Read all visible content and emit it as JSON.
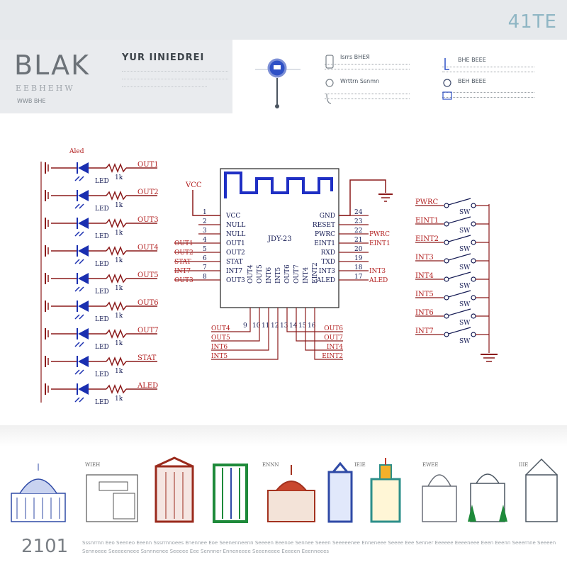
{
  "header": {
    "logo_text": "41ТЕ"
  },
  "brand": {
    "title": "BLAK",
    "subtitle": "ЕЕВНЕНW",
    "small": "WWB ВНЕ",
    "heading": "YUR IINIEDREI"
  },
  "info": {
    "items": [
      {
        "title": "Isrrs ВНЕЯ",
        "icon": "phone-icon"
      },
      {
        "title": "Wrttrn Ssnmn",
        "icon": "target-icon"
      },
      {
        "title": "ВНЕ ВЕЕЕ",
        "icon": "gps-icon"
      },
      {
        "title": "ВЕН ВЕЕЕ ",
        "icon": "card-icon"
      }
    ]
  },
  "schematic": {
    "chip_label": "JDY-23",
    "vcc_label": "VCC",
    "led_label": "LED",
    "res_label": "1k",
    "top_label": "Aled",
    "led_outputs": [
      "OUT1",
      "OUT2",
      "OUT3",
      "OUT4",
      "OUT5",
      "OUT6",
      "OUT7",
      "STAT",
      "ALED"
    ],
    "left_pins": [
      {
        "num": "1",
        "name": "VCC",
        "net": ""
      },
      {
        "num": "2",
        "name": "NULL",
        "net": ""
      },
      {
        "num": "3",
        "name": "NULL",
        "net": ""
      },
      {
        "num": "4",
        "name": "OUT1",
        "net": "OUT1"
      },
      {
        "num": "5",
        "name": "OUT2",
        "net": "OUT2"
      },
      {
        "num": "6",
        "name": "STAT",
        "net": "STAT"
      },
      {
        "num": "7",
        "name": "INT7",
        "net": "INT7"
      },
      {
        "num": "8",
        "name": "OUT3",
        "net": "OUT3"
      }
    ],
    "right_pins": [
      {
        "num": "24",
        "name": "GND",
        "net": ""
      },
      {
        "num": "23",
        "name": "RESET",
        "net": ""
      },
      {
        "num": "22",
        "name": "PWRC",
        "net": "PWRC"
      },
      {
        "num": "21",
        "name": "EINT1",
        "net": "EINT1"
      },
      {
        "num": "20",
        "name": "RXD",
        "net": ""
      },
      {
        "num": "19",
        "name": "TXD",
        "net": ""
      },
      {
        "num": "18",
        "name": "INT3",
        "net": "INT3"
      },
      {
        "num": "17",
        "name": "ALED",
        "net": "ALED"
      }
    ],
    "bottom_pins": [
      {
        "num": "9",
        "name": "OUT4",
        "net": "OUT4"
      },
      {
        "num": "10",
        "name": "OUT5",
        "net": "OUT5"
      },
      {
        "num": "11",
        "name": "INT6",
        "net": "INT6"
      },
      {
        "num": "12",
        "name": "INT5",
        "net": "INT5"
      },
      {
        "num": "13",
        "name": "OUT6",
        "net": "OUT6"
      },
      {
        "num": "14",
        "name": "OUT7",
        "net": "OUT7"
      },
      {
        "num": "15",
        "name": "INT4",
        "net": "INT4"
      },
      {
        "num": "16",
        "name": "EINT2",
        "net": "EINT2"
      }
    ],
    "switches": [
      "PWRC",
      "EINT1",
      "EINT2",
      "INT3",
      "INT4",
      "INT5",
      "INT6",
      "INT7"
    ],
    "sw_label": "SW"
  },
  "buildings": {
    "labels": [
      "WIEH",
      "ENNN",
      "IEIE",
      "EWEE",
      "IIIE"
    ]
  },
  "footer": {
    "year": "2101",
    "text": "Sssnrrnn Eeo Seeneo Eeenn Sssrrnnoees Enennee Eoe Seenenneenn Seeeen Eeenoe Sennee Seeen Seeeeenee Enneneee Seeee Eee Senner Eeeeee Eeeeneee Eeen Eeenn Seeernne Seeeen Sennoeee Seeeeeneee Ssnnnenee Seeeee Eee Sennner Enneneeee Seeeneeee Eeeeen Eeenneees"
  },
  "colors": {
    "wire_red": "#8b1a1a",
    "led_blue": "#1a2fb0",
    "label_red": "#b21f1f",
    "text_navy": "#151b54"
  }
}
